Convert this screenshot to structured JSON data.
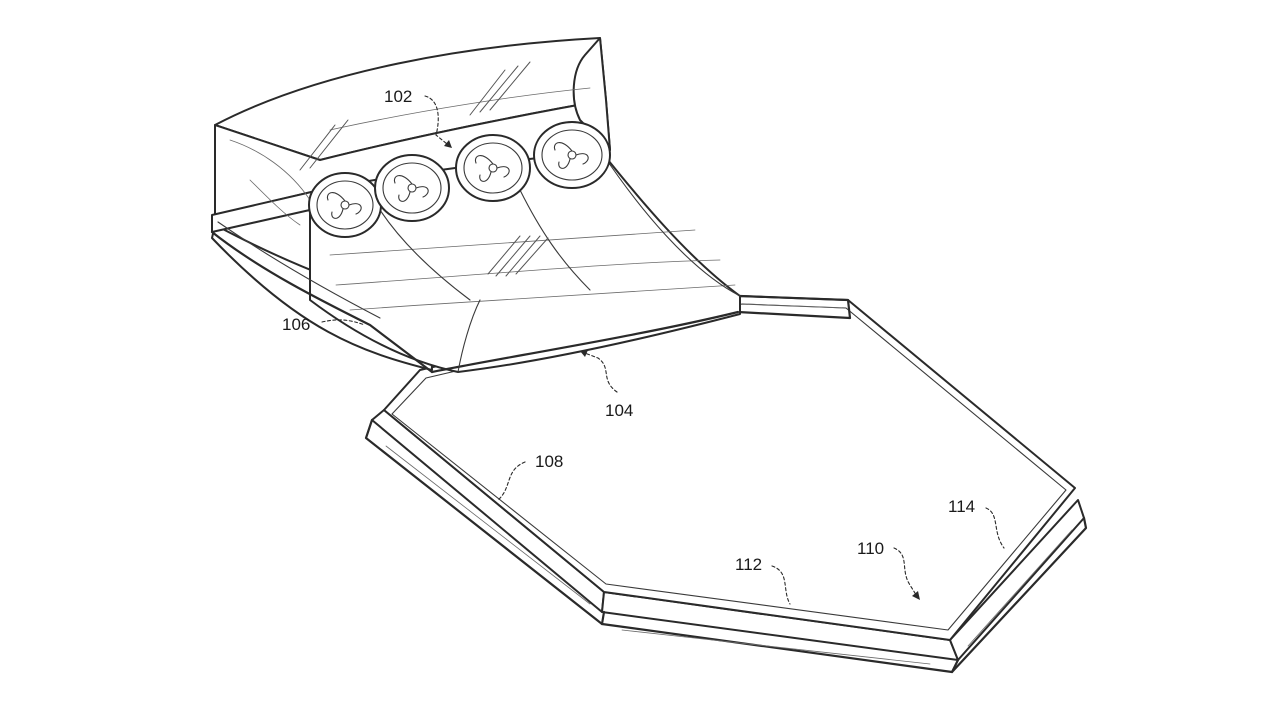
{
  "figure": {
    "reference_numerals": {
      "n102": "102",
      "n104": "104",
      "n106": "106",
      "n108": "108",
      "n110": "110",
      "n112": "112",
      "n114": "114"
    }
  }
}
